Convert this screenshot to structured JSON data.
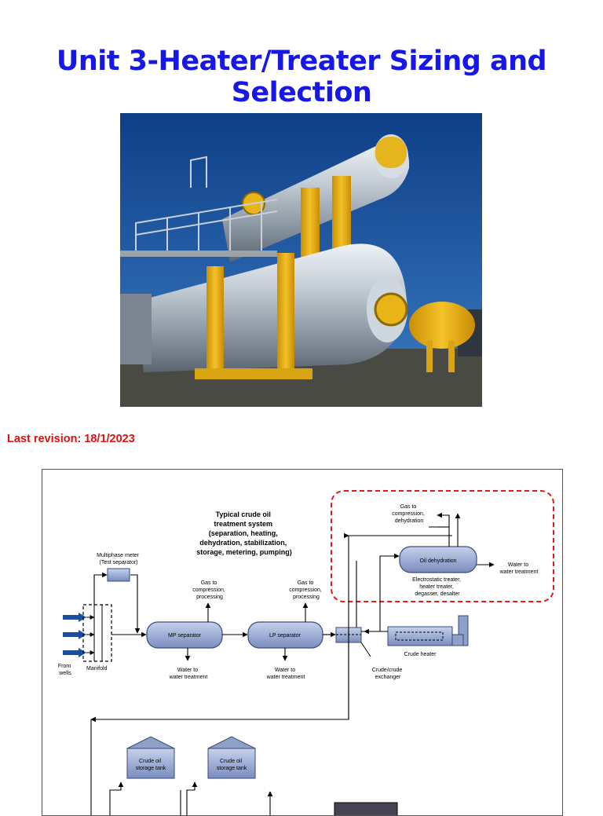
{
  "page": {
    "title": "Unit 3-Heater/Treater Sizing and Selection",
    "revision": "Last revision: 18/1/2023"
  },
  "photo": {
    "subject": "horizontal heater-treater vessels on yellow supports",
    "colors": {
      "sky": "#1a5fa8",
      "vessel": "#b8c2cc",
      "supports": "#e8b418"
    }
  },
  "diagram": {
    "heading": [
      "Typical crude oil",
      "treatment system",
      "(separation, heating,",
      "dehydration, stabilization,",
      "storage, metering, pumping)"
    ],
    "multiphase_meter": [
      "Multiphase meter",
      "(Test separator)"
    ],
    "mp_separator": "MP separator",
    "lp_separator": "LP separator",
    "oil_dehydration": "Oil dehydration",
    "crude_heater": "Crude heater",
    "crude_storage_1": [
      "Crude oil",
      "storage tank"
    ],
    "crude_storage_2": [
      "Crude oil",
      "storage tank"
    ],
    "gas_mp": [
      "Gas to",
      "compression,",
      "processing"
    ],
    "gas_lp": [
      "Gas to",
      "compression,",
      "processing"
    ],
    "gas_dehy": [
      "Gas to",
      "compression,",
      "dehydration"
    ],
    "water_mp": [
      "Water to",
      "water treatment"
    ],
    "water_lp": [
      "Water to",
      "water treatment"
    ],
    "water_dehy": [
      "Water to",
      "water treatment"
    ],
    "dehy_equipment": [
      "Electrostatic treater,",
      "heater treater,",
      "degasser, desalter"
    ],
    "exchanger": [
      "Crude/crude",
      "exchanger"
    ],
    "from_wells": [
      "From",
      "wells"
    ],
    "manifold": "Manifold",
    "colors": {
      "vessel_fill": "#a8b6d8",
      "vessel_stroke": "#3a4a7a",
      "highlight": "#e81818",
      "well_arrow": "#1b4f9c"
    }
  }
}
